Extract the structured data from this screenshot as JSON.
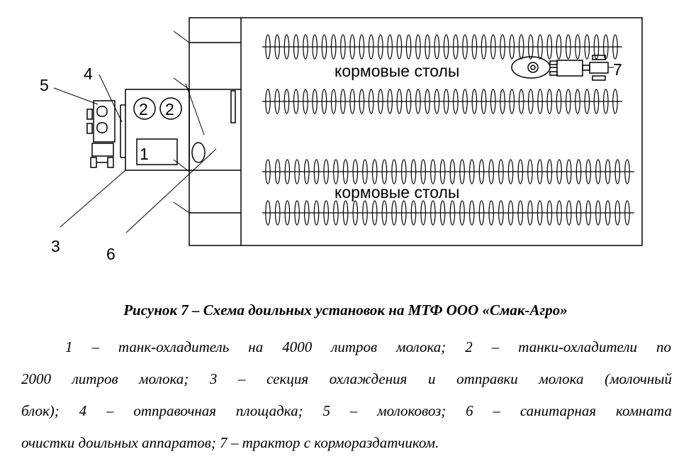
{
  "diagram": {
    "labels": {
      "n1": "1",
      "n2a": "2",
      "n2b": "2",
      "n3": "3",
      "n4": "4",
      "n5": "5",
      "n6": "6",
      "n7": "7",
      "feed_top": "кормовые столы",
      "feed_bottom": "кормовые столы"
    },
    "feed_row_count": 4,
    "stalls_per_row": 38
  },
  "caption": {
    "title": "Рисунок 7 – Схема доильных установок на МТФ ООО «Смак-Агро»",
    "lines": [
      "1 – танк-охладитель на 4000 литров молока; 2 – танки-охладители по",
      "2000 литров молока; 3 – секция охлаждения и отправки молока (молочный",
      "блок); 4 – отправочная площадка; 5 – молоковоз; 6 – санитарная комната",
      "очистки доильных аппаратов; 7 – трактор с кормораздатчиком."
    ]
  }
}
